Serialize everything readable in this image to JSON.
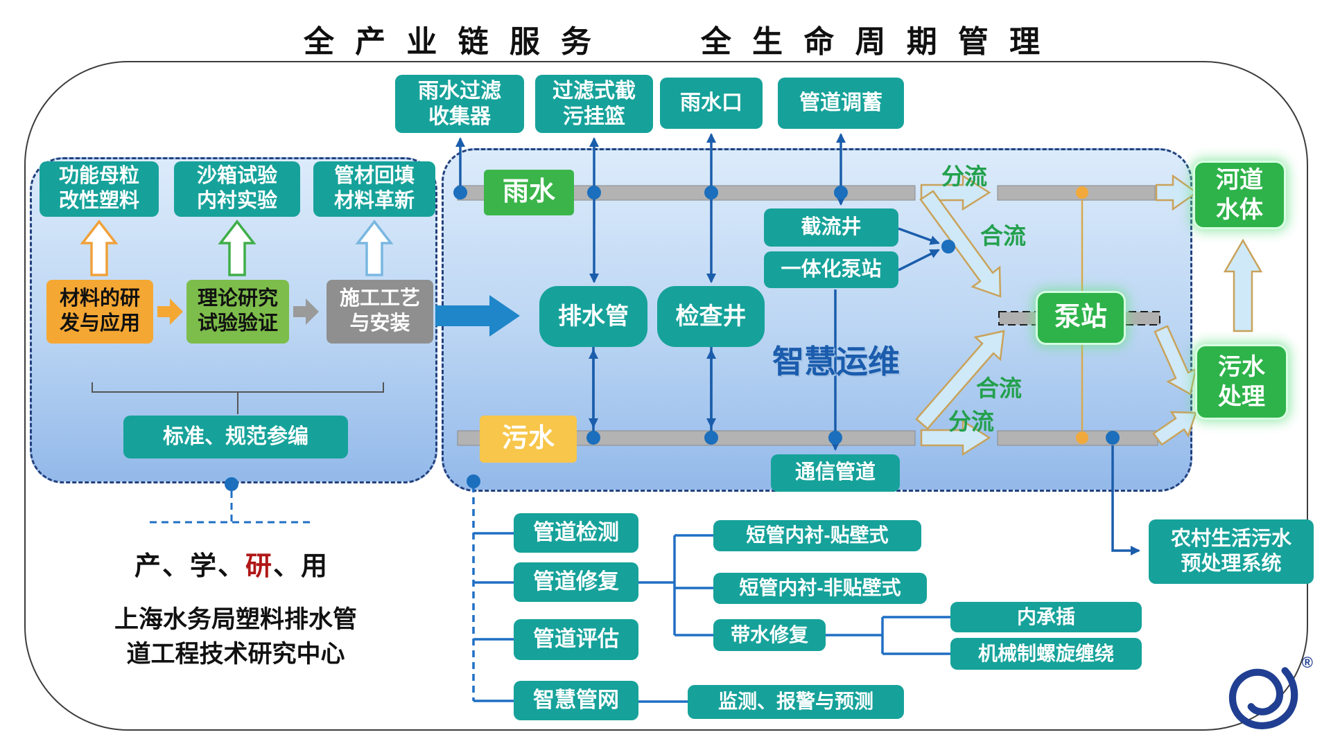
{
  "titles": {
    "left": "全 产 业 链 服 务",
    "right": "全 生 命 周 期 管 理"
  },
  "top_boxes": [
    {
      "label": "雨水过滤\n收集器"
    },
    {
      "label": "过滤式截\n污挂篮"
    },
    {
      "label": "雨水口"
    },
    {
      "label": "管道调蓄"
    }
  ],
  "left_panel": {
    "research_boxes": [
      "功能母粒\n改性塑料",
      "沙箱试验\n内衬实验",
      "管材回填\n材料革新"
    ],
    "process_boxes": [
      "材料的研\n发与应用",
      "理论研究\n试验验证",
      "施工工艺\n与安装"
    ],
    "standards_box": "标准、规范参编",
    "chain_text": {
      "pre": "产、学、",
      "highlight": "研",
      "post": "、用"
    },
    "org_name": "上海水务局塑料排水管\n道工程技术研究中心"
  },
  "right_panel": {
    "rain_label": "雨水",
    "sewage_label": "污水",
    "drain_pipe": "排水管",
    "inspection_well": "检查井",
    "intercept_well": "截流井",
    "integrated_pump": "一体化泵站",
    "smart_ops": "智慧运维",
    "comm_pipe": "通信管道",
    "pump_station": "泵站",
    "river_body": "河道\n水体",
    "sewage_treatment": "污水\n处理",
    "flow_labels": {
      "fenliu_rain": "分流",
      "heliu_top": "合流",
      "heliu_bottom": "合流",
      "fenliu_sewage": "分流"
    }
  },
  "bottom_tree": {
    "items": [
      "管道检测",
      "管道修复",
      "管道评估",
      "智慧管网"
    ],
    "repair_methods": [
      "短管内衬-贴壁式",
      "短管内衬-非贴壁式",
      "带水修复"
    ],
    "water_repair_methods": [
      "内承插",
      "机械制螺旋缠绕"
    ],
    "monitor_box": "监测、报警与预测",
    "rural_box": "农村生活污水\n预处理系统"
  },
  "colors": {
    "teal": "#16a29a",
    "green": "#2eb34a",
    "accent_blue": "#1a5dab",
    "flow_green": "#23a04d",
    "orange": "#f5a733",
    "yellow": "#f7c64a"
  },
  "logo": {
    "registered_mark": "®"
  }
}
